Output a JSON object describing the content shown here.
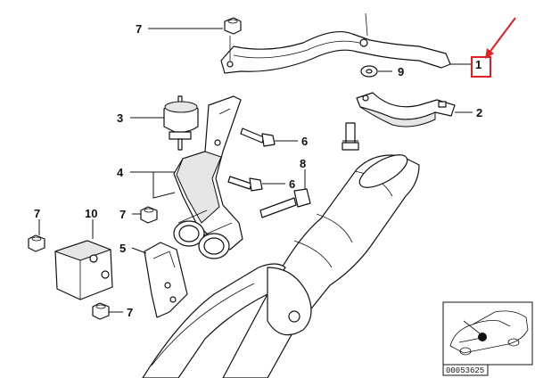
{
  "callouts": {
    "c1": "1",
    "c2": "2",
    "c3": "3",
    "c4": "4",
    "c5": "5",
    "c6a": "6",
    "c6b": "6",
    "c7a": "7",
    "c7b": "7",
    "c7c": "7",
    "c7d": "7",
    "c8": "8",
    "c9": "9",
    "c10": "10"
  },
  "reference_code": "00053625",
  "colors": {
    "highlight_box": "#e02020",
    "arrow": "#e02020",
    "line": "#111111"
  }
}
